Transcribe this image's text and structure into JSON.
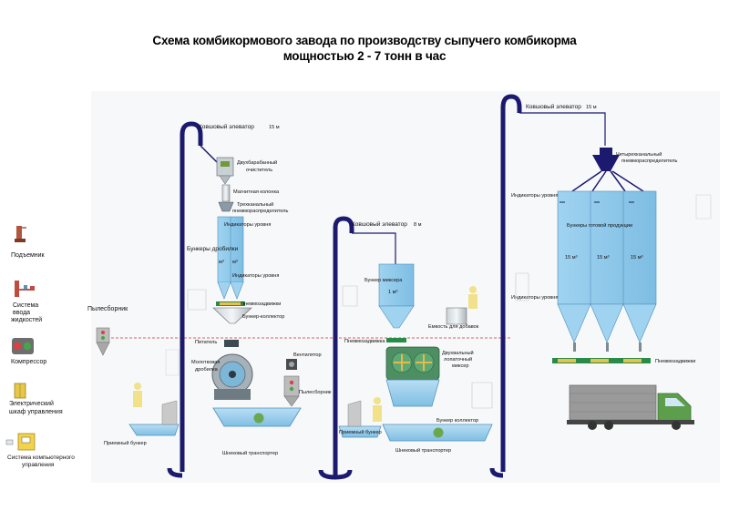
{
  "title": {
    "line1": "Схема комбикормового завода по производству сыпучего комбикорма",
    "line2": "мощностью 2 - 7 тонн в час"
  },
  "legend": {
    "hoist": "Подъемник",
    "liquid_system": [
      "Система",
      "ввода",
      "жидкостей"
    ],
    "compressor": "Компрессор",
    "cabinet": [
      "Электрический",
      "шкаф управления"
    ],
    "computer": [
      "Система компьютерного",
      "управления"
    ],
    "dust_collector": "Пылесборник"
  },
  "line1": {
    "elevator": "Ковшовый элеватор",
    "elevator_height": "15 м",
    "cleaner": [
      "Двухбарабанный",
      "очиститель"
    ],
    "magnet": "Магнитная колонка",
    "distributor": [
      "Трехканальный",
      "пневмораспределитель"
    ],
    "level_top": "Индикаторы уровня",
    "crusher_bins": "Бункеры дробилки",
    "vol1": "м³",
    "vol2": "м³",
    "level_bottom": "Индикаторы уровня",
    "valves": "Пневмозадвижки",
    "collector": "Бункер-коллектор",
    "feeder": "Питатель",
    "mill": [
      "Молотковая",
      "дробилка"
    ],
    "fan": "Вентилятор",
    "dust": "Пылесборник",
    "intake": "Приемный бункер",
    "screw": "Шнековый транспортер"
  },
  "line2": {
    "elevator": "Ковшовый элеватор",
    "elevator_height": "8 м",
    "mixer_bin": "Бункер миксера",
    "mixer_vol": "1 м³",
    "valve": "Пневмозадвижка",
    "additives": "Емкость для добавок",
    "mixer": [
      "Двухвальный",
      "лопаточный",
      "миксер"
    ],
    "collector": "Бункер коллектор",
    "intake": "Приемный бункер",
    "screw": "Шнековый транспортер"
  },
  "line3": {
    "elevator": "Ковшовый элеватор",
    "elevator_height": "15 м",
    "distributor": [
      "Четырехканальный",
      "пневмораспределитель"
    ],
    "level_top": "Индикаторы уровня",
    "bins": "Бункеры готовой продукции",
    "vol": [
      "15 м³",
      "15 м³",
      "15 м³"
    ],
    "level_bottom": "Индикаторы уровня",
    "valves": "Пневмозадвижки"
  },
  "colors": {
    "pipe": "#1c1a6e",
    "bin": "#8ec9ea",
    "bin_dark": "#5fa8d6",
    "green": "#6aa84f",
    "truck_body": "#9a9a9a",
    "truck_cab": "#5c9e4c",
    "dashed": "#d62b2b"
  }
}
